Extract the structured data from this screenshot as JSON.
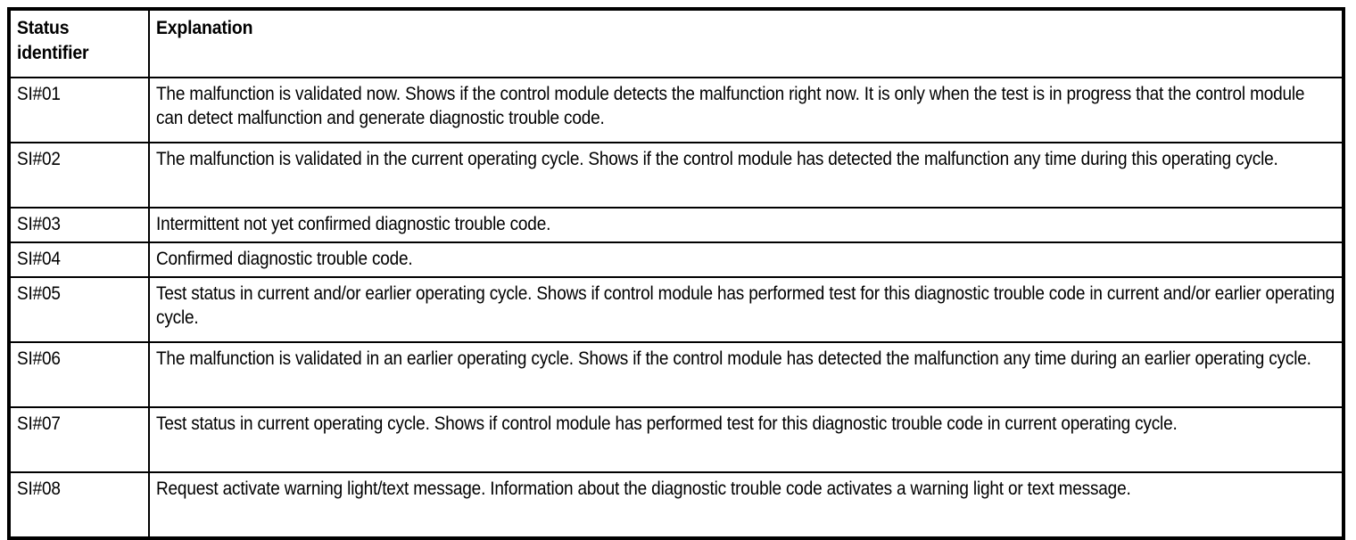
{
  "table": {
    "name": "status-identifier-explanation-table",
    "columns": [
      {
        "key": "status_identifier",
        "header": "Status\nidentifier"
      },
      {
        "key": "explanation",
        "header": "Explanation"
      }
    ],
    "rows": [
      {
        "status_identifier": "SI#01",
        "explanation": "The malfunction is validated now. Shows if the control module detects the malfunction right now. It is only when the test is in progress that the control module can detect malfunction and generate diagnostic trouble code.",
        "lines": 2
      },
      {
        "status_identifier": "SI#02",
        "explanation": "The malfunction is validated in the current operating cycle. Shows if the control module has detected the malfunction any time during this operating cycle.",
        "lines": 2
      },
      {
        "status_identifier": "SI#03",
        "explanation": "Intermittent not yet confirmed diagnostic trouble code.",
        "lines": 1
      },
      {
        "status_identifier": "SI#04",
        "explanation": "Confirmed diagnostic trouble code.",
        "lines": 1
      },
      {
        "status_identifier": "SI#05",
        "explanation": "Test status in current and/or earlier operating cycle. Shows if control module has performed test for this diagnostic trouble code in current and/or earlier operating cycle.",
        "lines": 2
      },
      {
        "status_identifier": "SI#06",
        "explanation": "The malfunction is validated in an earlier operating cycle. Shows if the control module has detected the malfunction any time during an earlier operating cycle.",
        "lines": 2
      },
      {
        "status_identifier": "SI#07",
        "explanation": "Test status in current operating cycle. Shows if control module has performed test for this diagnostic trouble code in current operating cycle.",
        "lines": 2
      },
      {
        "status_identifier": "SI#08",
        "explanation": "Request activate warning light/text message. Information about the diagnostic trouble code activates a warning light or text message.",
        "lines": 2
      }
    ]
  },
  "colors": {
    "text": "#000000",
    "border": "#000000",
    "background": "#ffffff"
  }
}
